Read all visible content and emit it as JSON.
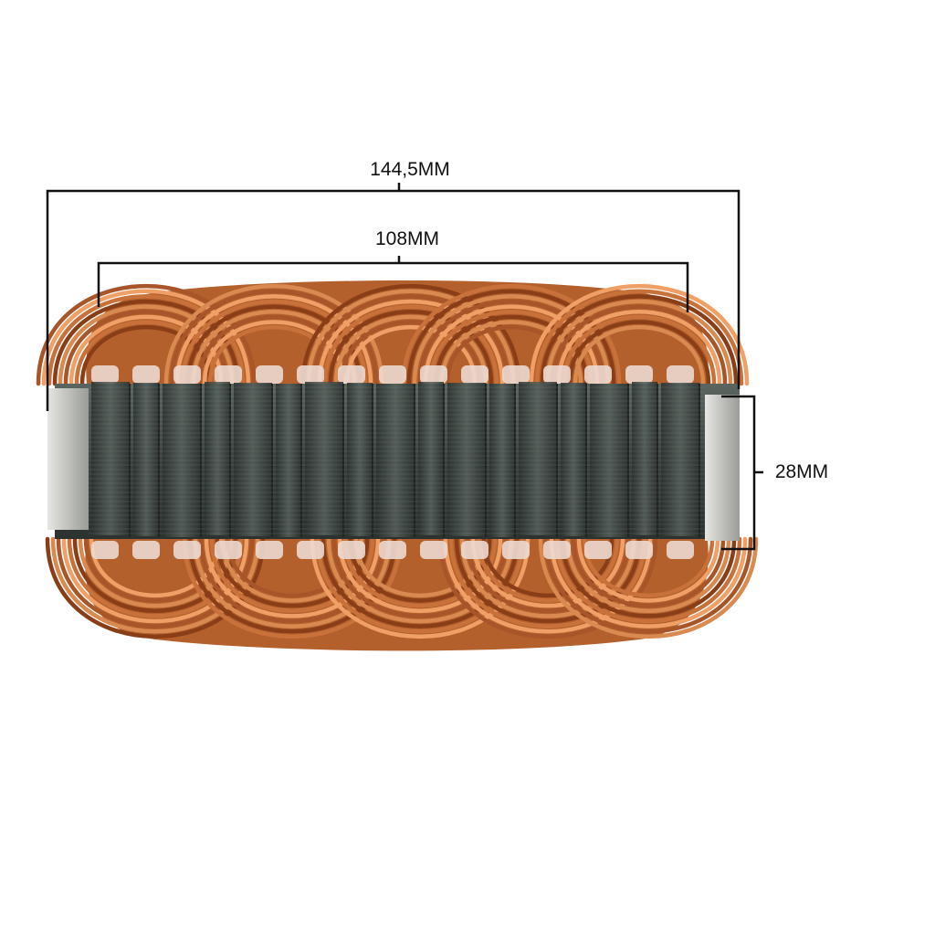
{
  "dimensions": {
    "overall_width": "144,5MM",
    "inner_width": "108MM",
    "height": "28MM"
  },
  "colors": {
    "copper": "#c8713a",
    "copper_dark": "#8a3e18",
    "copper_light": "#f0a066",
    "core": "#3d4540",
    "core_light": "#6f7a74",
    "insulator": "#ecd9d0",
    "dimension_line": "#111111"
  }
}
